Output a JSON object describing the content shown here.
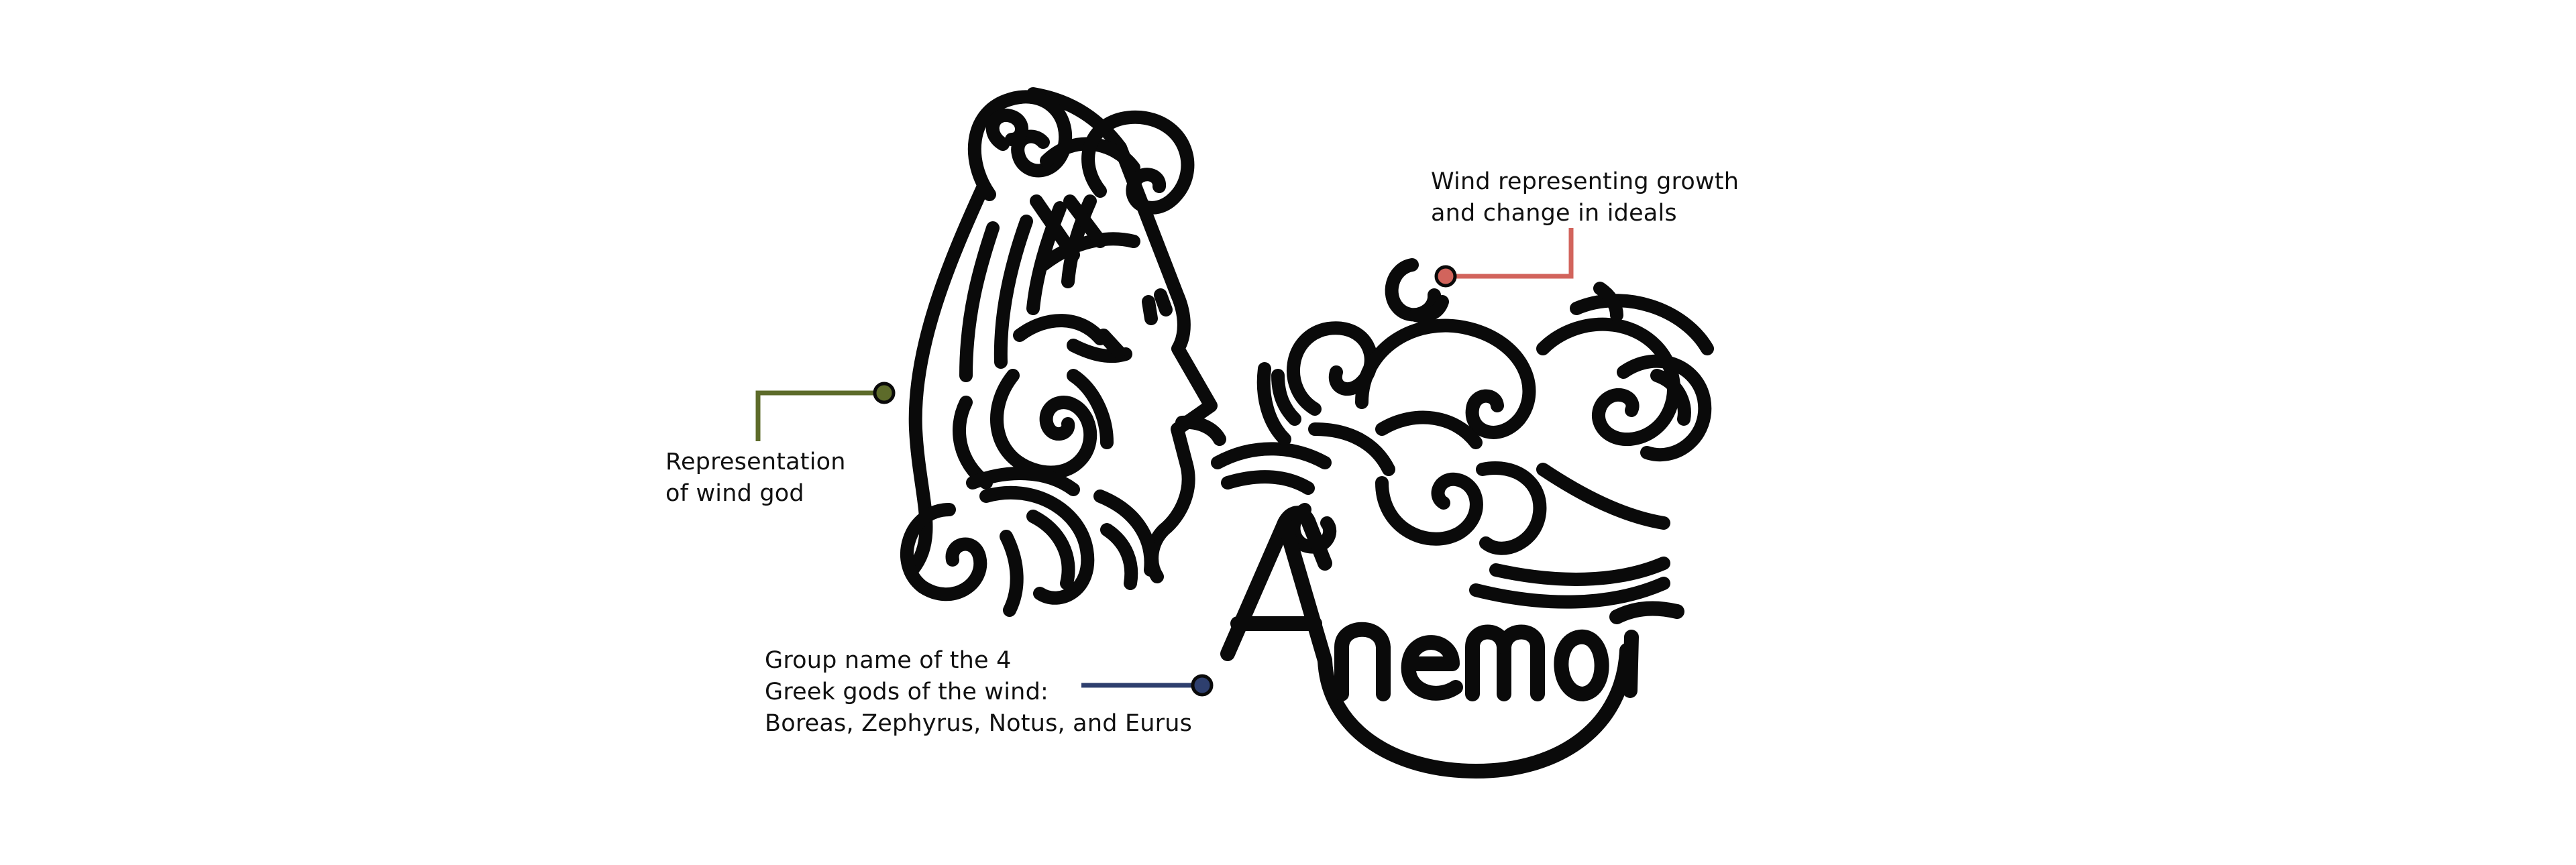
{
  "logo": {
    "wordmark": "Anemoi"
  },
  "annotations": {
    "wind_god": {
      "lines": [
        "Representation",
        "of wind god"
      ],
      "color": "#5d6b2a"
    },
    "growth": {
      "lines": [
        "Wind representing growth",
        "and change in ideals"
      ],
      "color": "#d2645c"
    },
    "group_name": {
      "lines": [
        "Group name of the 4",
        "Greek gods of the wind:",
        "Boreas, Zephyrus, Notus, and Eurus"
      ],
      "color": "#2e3f6e"
    }
  },
  "colors": {
    "ink": "#0a0a0a",
    "background": "#ffffff"
  }
}
